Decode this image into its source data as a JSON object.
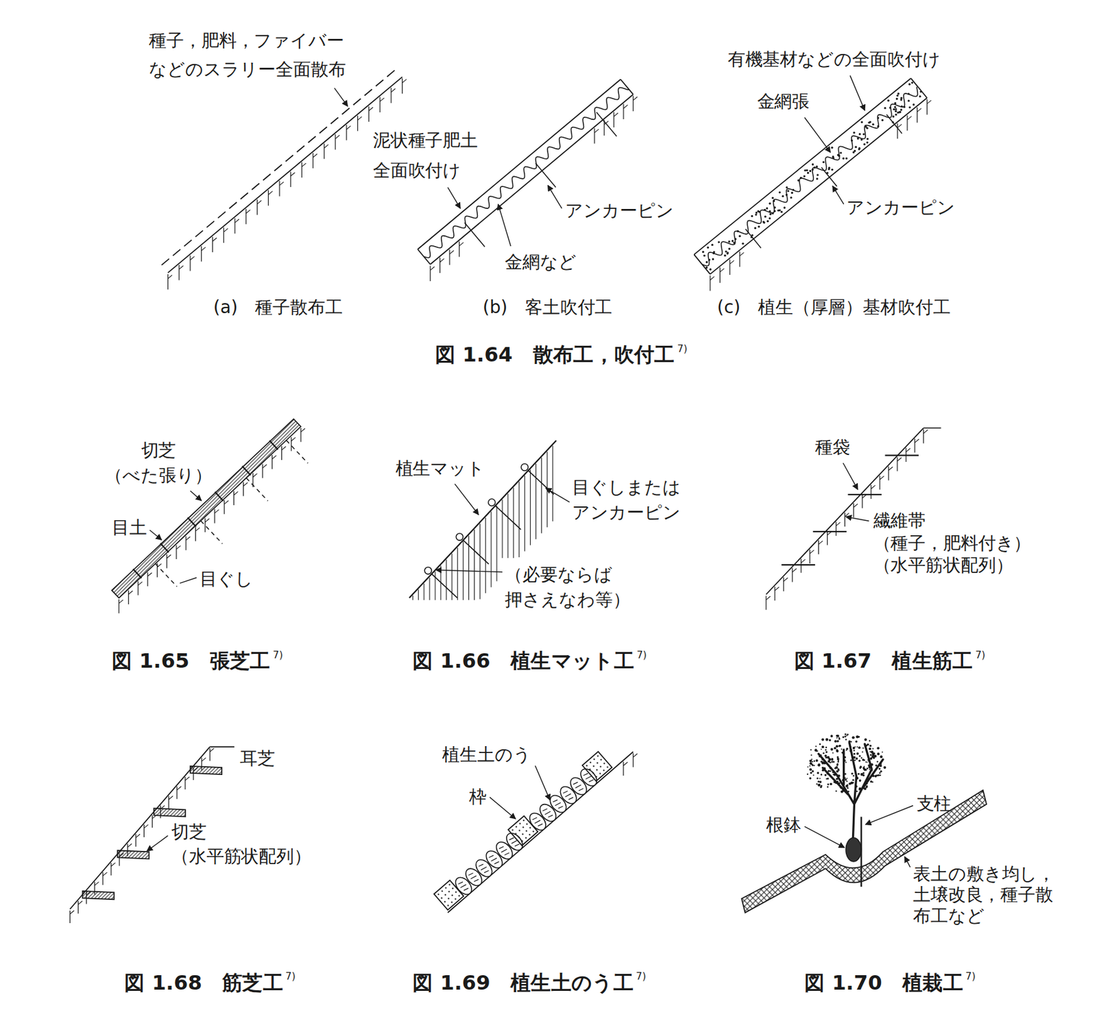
{
  "diagram": {
    "labels": [
      "種子，肥料，ファイバー などのスラリー全面散布",
      "(a)　種子散布工",
      "泥状種子肥土 全面吹付け",
      "アンカーピン",
      "金網など",
      "(b)　客土吹付工",
      "有機基材などの全面吹付け",
      "金網張",
      "アンカーピン",
      "(c)　植生（厚層）基材吹付工",
      "図 1.64　散布工，吹付工",
      "7)",
      "切芝 （べた張り）",
      "目土",
      "目ぐし",
      "図 1.65　張芝工",
      "7)",
      "植生マット",
      "目ぐしまたは アンカーピン",
      "（必要ならば 押さえなわ等）",
      "図 1.66　植生マット工",
      "7)",
      "種袋",
      "繊維帯 （種子，肥料付き） （水平筋状配列）",
      "図 1.67　植生筋工",
      "7)",
      "耳芝",
      "切芝 （水平筋状配列）",
      "図 1.68　筋芝工",
      "7)",
      "植生土のう",
      "枠",
      "図 1.69　植生土のう工",
      "7)",
      "根鉢",
      "支柱",
      "表土の敷き均し， 土壌改良，種子散 布工など",
      "図 1.70　植栽工",
      "7)"
    ]
  }
}
